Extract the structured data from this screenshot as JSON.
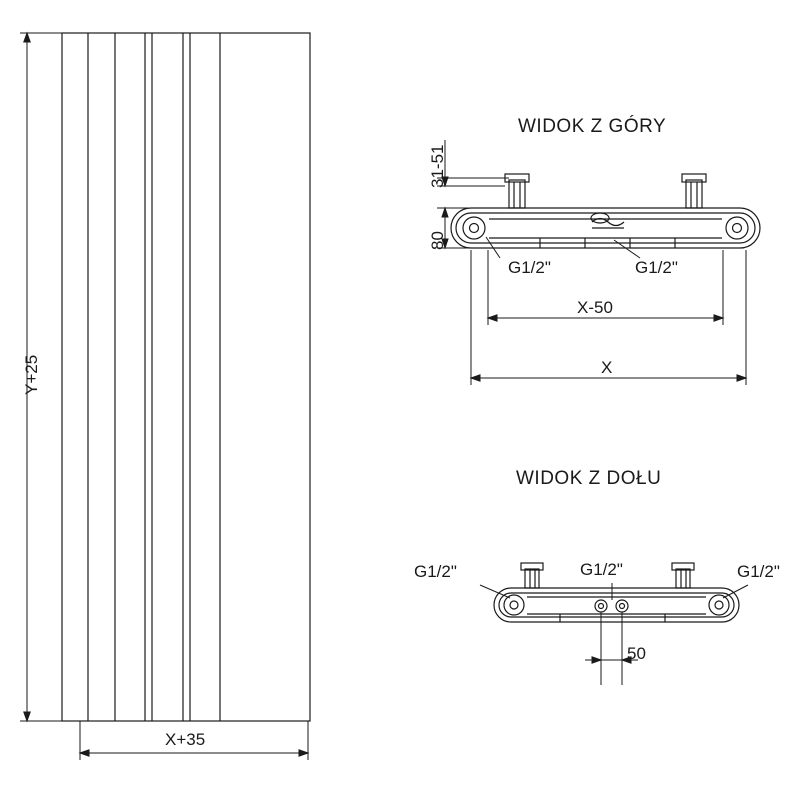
{
  "drawing": {
    "title_top_view": "WIDOK Z GÓRY",
    "title_bottom_view": "WIDOK Z DOŁU",
    "front_view": {
      "height_dim": "Y+25",
      "width_dim": "X+35"
    },
    "top_view": {
      "vertical_dim_upper": "31-51",
      "vertical_dim_lower": "80",
      "connector_left": "G1/2\"",
      "connector_right": "G1/2\"",
      "width_inner": "X-50",
      "width_outer": "X"
    },
    "bottom_view": {
      "connector_left": "G1/2\"",
      "connector_center": "G1/2\"",
      "connector_right": "G1/2\"",
      "center_spacing": "50"
    },
    "colors": {
      "line": "#1a1a1a",
      "background": "#ffffff"
    }
  }
}
